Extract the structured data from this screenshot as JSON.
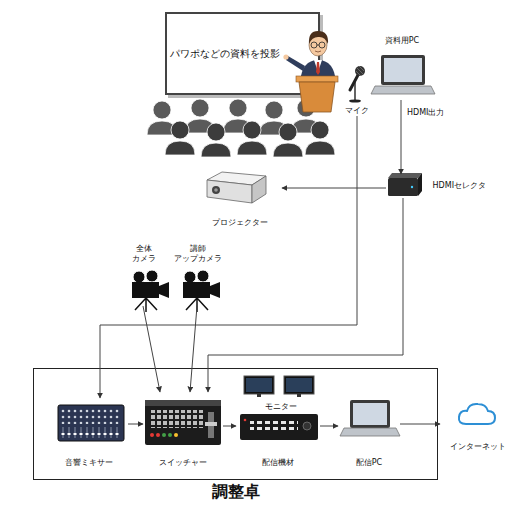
{
  "diagram": {
    "nodes": [
      {
        "text": [
          "パワポなどの資料を投影"
        ]
      },
      {
        "text": [
          "マイク"
        ]
      },
      {
        "text": [
          "資料用PC"
        ]
      },
      {
        "text": [
          "HDMIセレクタ"
        ]
      },
      {
        "text": [
          "プロジェクター"
        ]
      },
      {
        "text": [
          "全体 カメラ"
        ]
      },
      {
        "text": [
          "講師 アップカメラ"
        ]
      },
      {
        "text": [
          "調整卓"
        ]
      },
      {
        "text": [
          "音響ミキサー"
        ],
        "in": 7
      },
      {
        "text": [
          "スイッチャー"
        ],
        "in": 7
      },
      {
        "text": [
          "モニター"
        ],
        "in": 7
      },
      {
        "text": [
          "配信機材"
        ],
        "in": 7
      },
      {
        "text": [
          "配信PC"
        ],
        "in": 7
      },
      {
        "text": [
          "インターネット"
        ]
      }
    ],
    "edges": [
      {
        "from": 2,
        "to": 3,
        "label": "HDMI出力",
        "arrow": "to"
      },
      {
        "from": 3,
        "to": 4,
        "arrow": "to"
      },
      {
        "from": 3,
        "to": 9,
        "arrow": "to"
      },
      {
        "from": 1,
        "to": 8,
        "arrow": "to"
      },
      {
        "from": 5,
        "to": 9,
        "arrow": "to"
      },
      {
        "from": 6,
        "to": 9,
        "arrow": "to"
      },
      {
        "from": 8,
        "to": 9,
        "arrow": "to"
      },
      {
        "from": 9,
        "to": 11,
        "arrow": "to"
      },
      {
        "from": 11,
        "to": 12,
        "arrow": "to"
      },
      {
        "from": 12,
        "to": 13,
        "arrow": "to"
      }
    ]
  }
}
